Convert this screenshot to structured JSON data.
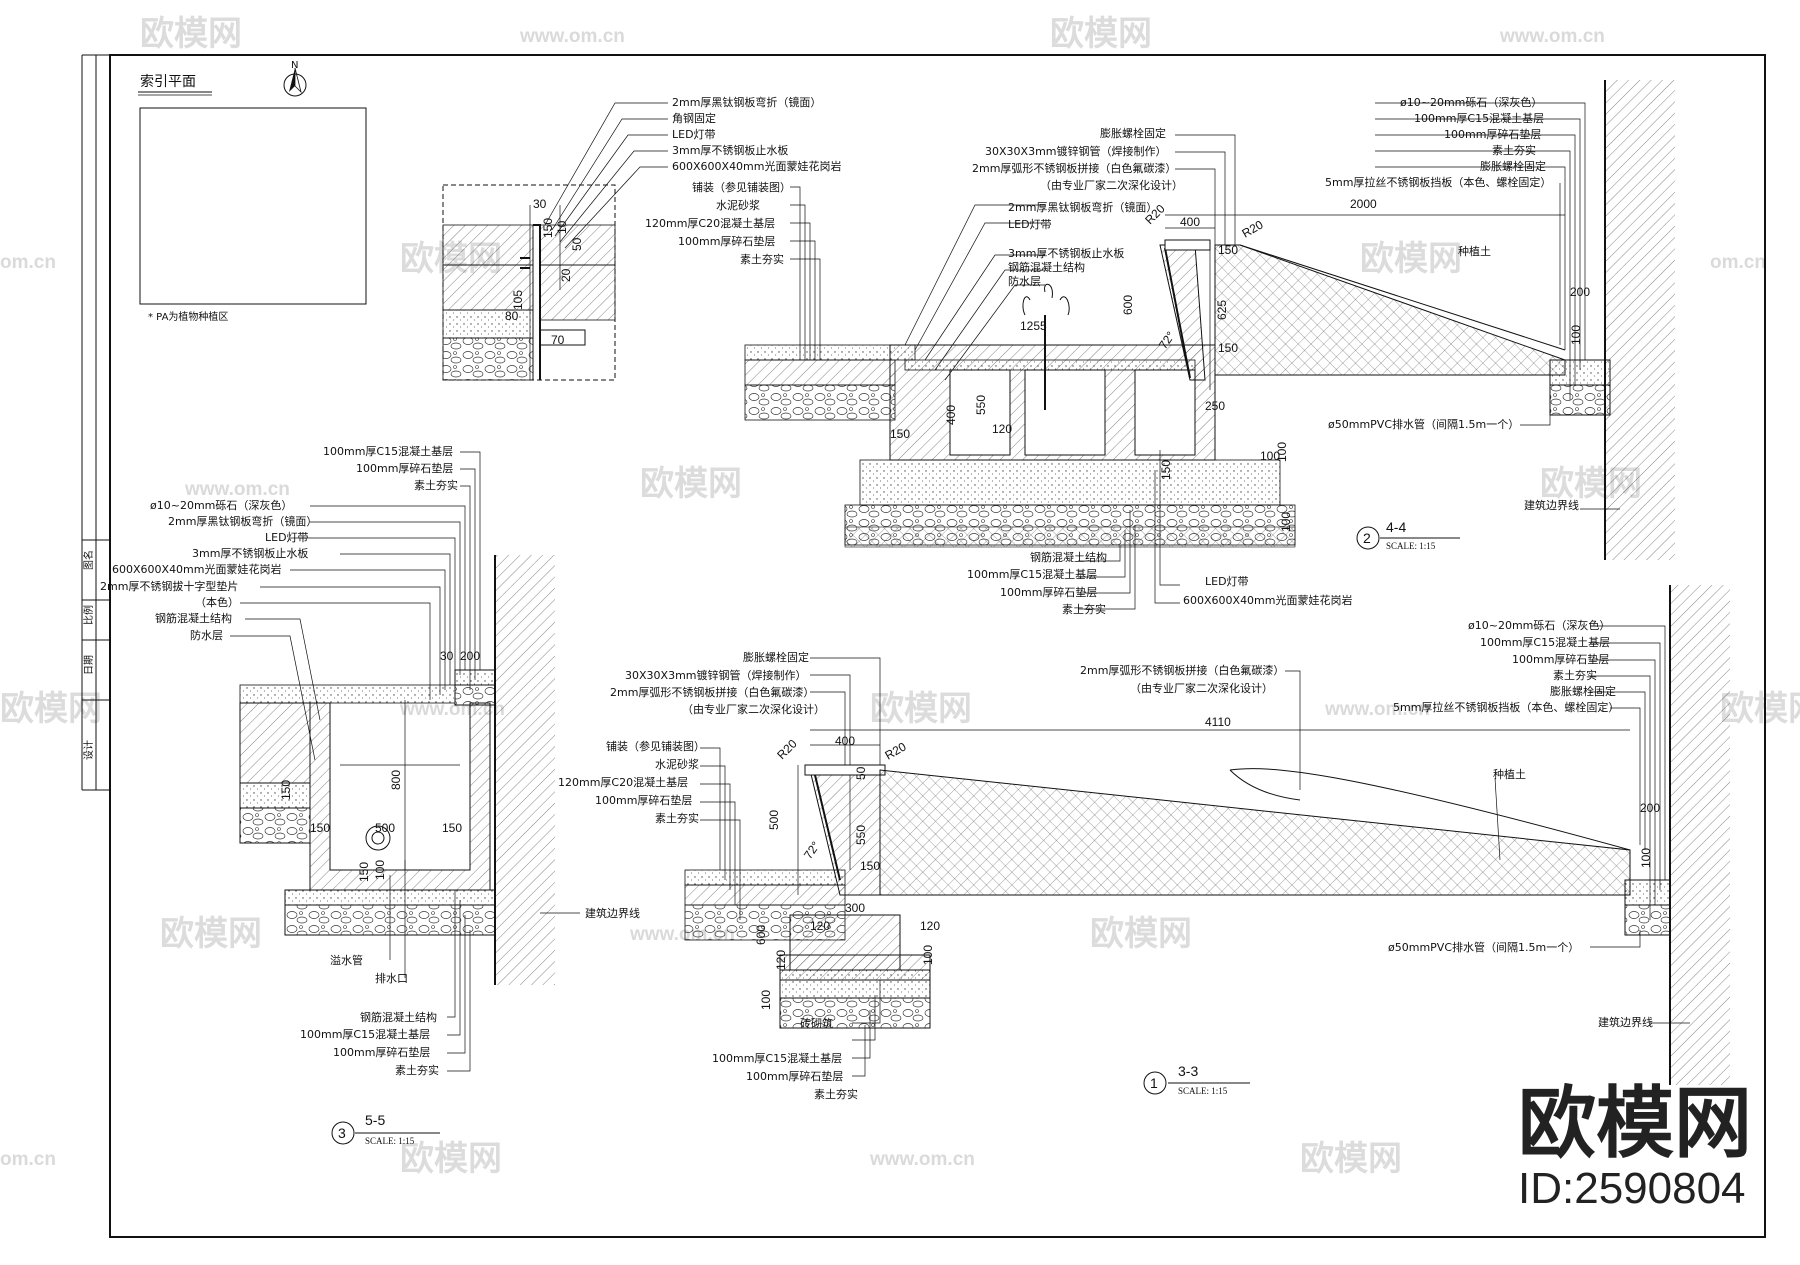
{
  "index_plan": {
    "title": "索引平面",
    "north": "N",
    "note": "* PA为植物种植区"
  },
  "watermark": {
    "brand": "欧模网",
    "url": "www.om.cn",
    "url_short": "om.cn"
  },
  "brand_mark": {
    "name": "欧模网",
    "id": "ID:2590804"
  },
  "detail_top": {
    "labels": [
      "2mm厚黑钛钢板弯折（镜面）",
      "角钢固定",
      "LED灯带",
      "3mm厚不锈钢板止水板",
      "600X600X40mm光面蒙娃花岗岩",
      "铺装（参见铺装图）",
      "水泥砂浆",
      "120mm厚C20混凝土基层",
      "100mm厚碎石垫层",
      "素土夯实"
    ],
    "dims": [
      "30",
      "150",
      "10",
      "50",
      "105",
      "80",
      "70",
      "20"
    ]
  },
  "section_44": {
    "num": "2",
    "name": "4-4",
    "scale": "SCALE: 1:15",
    "left_labels": [
      "膨胀螺栓固定",
      "30X30X3mm镀锌钢管（焊接制作）",
      "2mm厚弧形不锈钢板拼接（白色氟碳漆）",
      "（由专业厂家二次深化设计）",
      "2mm厚黑钛钢板弯折（镜面）",
      "LED灯带",
      "3mm厚不锈钢板止水板",
      "钢筋混凝土结构",
      "防水层"
    ],
    "right_labels": [
      "ø10~20mm砾石（深灰色）",
      "100mm厚C15混凝土基层",
      "100mm厚碎石垫层",
      "素土夯实",
      "膨胀螺栓固定",
      "5mm厚拉丝不锈钢板挡板（本色、螺栓固定）"
    ],
    "bottom_labels": [
      "钢筋混凝土结构",
      "100mm厚C15混凝土基层",
      "100mm厚碎石垫层",
      "素土夯实",
      "LED灯带",
      "600X600X40mm光面蒙娃花岗岩"
    ],
    "extra_labels": [
      "种植土",
      "ø50mmPVC排水管（间隔1.5m一个）",
      "建筑边界线"
    ],
    "dims": [
      "2000",
      "400",
      "R20",
      "R20",
      "150",
      "600",
      "625",
      "150",
      "250",
      "72°",
      "1255",
      "400",
      "550",
      "150",
      "120",
      "150",
      "100",
      "100",
      "100",
      "200",
      "100"
    ]
  },
  "section_33": {
    "num": "1",
    "name": "3-3",
    "scale": "SCALE: 1:15",
    "left_labels": [
      "膨胀螺栓固定",
      "30X30X3mm镀锌钢管（焊接制作）",
      "2mm厚弧形不锈钢板拼接（白色氟碳漆）",
      "（由专业厂家二次深化设计）",
      "铺装（参见铺装图）",
      "水泥砂浆",
      "120mm厚C20混凝土基层",
      "100mm厚碎石垫层",
      "素土夯实"
    ],
    "top_labels": [
      "2mm厚弧形不锈钢板拼接（白色氟碳漆）",
      "（由专业厂家二次深化设计）"
    ],
    "right_labels": [
      "ø10~20mm砾石（深灰色）",
      "100mm厚C15混凝土基层",
      "100mm厚碎石垫层",
      "素土夯实",
      "膨胀螺栓固定",
      "5mm厚拉丝不锈钢板挡板（本色、螺栓固定）"
    ],
    "bottom_labels": [
      "砖砌筑",
      "100mm厚C15混凝土基层",
      "100mm厚碎石垫层",
      "素土夯实"
    ],
    "extra_labels": [
      "种植土",
      "ø50mmPVC排水管（间隔1.5m一个）",
      "建筑边界线"
    ],
    "dims": [
      "4110",
      "400",
      "R20",
      "R20",
      "500",
      "550",
      "150",
      "72°",
      "50",
      "300",
      "120",
      "600",
      "120",
      "120",
      "100",
      "100",
      "200",
      "100"
    ]
  },
  "section_55": {
    "num": "3",
    "name": "5-5",
    "scale": "SCALE: 1:15",
    "left_labels": [
      "100mm厚C15混凝土基层",
      "100mm厚碎石垫层",
      "素土夯实",
      "ø10~20mm砾石（深灰色）",
      "2mm厚黑钛钢板弯折（镜面）",
      "LED灯带",
      "3mm厚不锈钢板止水板",
      "600X600X40mm光面蒙娃花岗岩",
      "2mm厚不锈钢拔十字型垫片",
      "（本色）",
      "钢筋混凝土结构",
      "防水层"
    ],
    "bottom_labels": [
      "溢水管",
      "排水口",
      "钢筋混凝土结构",
      "100mm厚C15混凝土基层",
      "100mm厚碎石垫层",
      "素土夯实"
    ],
    "extra_labels": [
      "建筑边界线"
    ],
    "dims": [
      "30",
      "200",
      "150",
      "800",
      "150",
      "500",
      "150",
      "150",
      "100"
    ]
  },
  "title_block": {
    "cells": [
      "图名",
      "比例",
      "日期",
      "设计"
    ]
  }
}
